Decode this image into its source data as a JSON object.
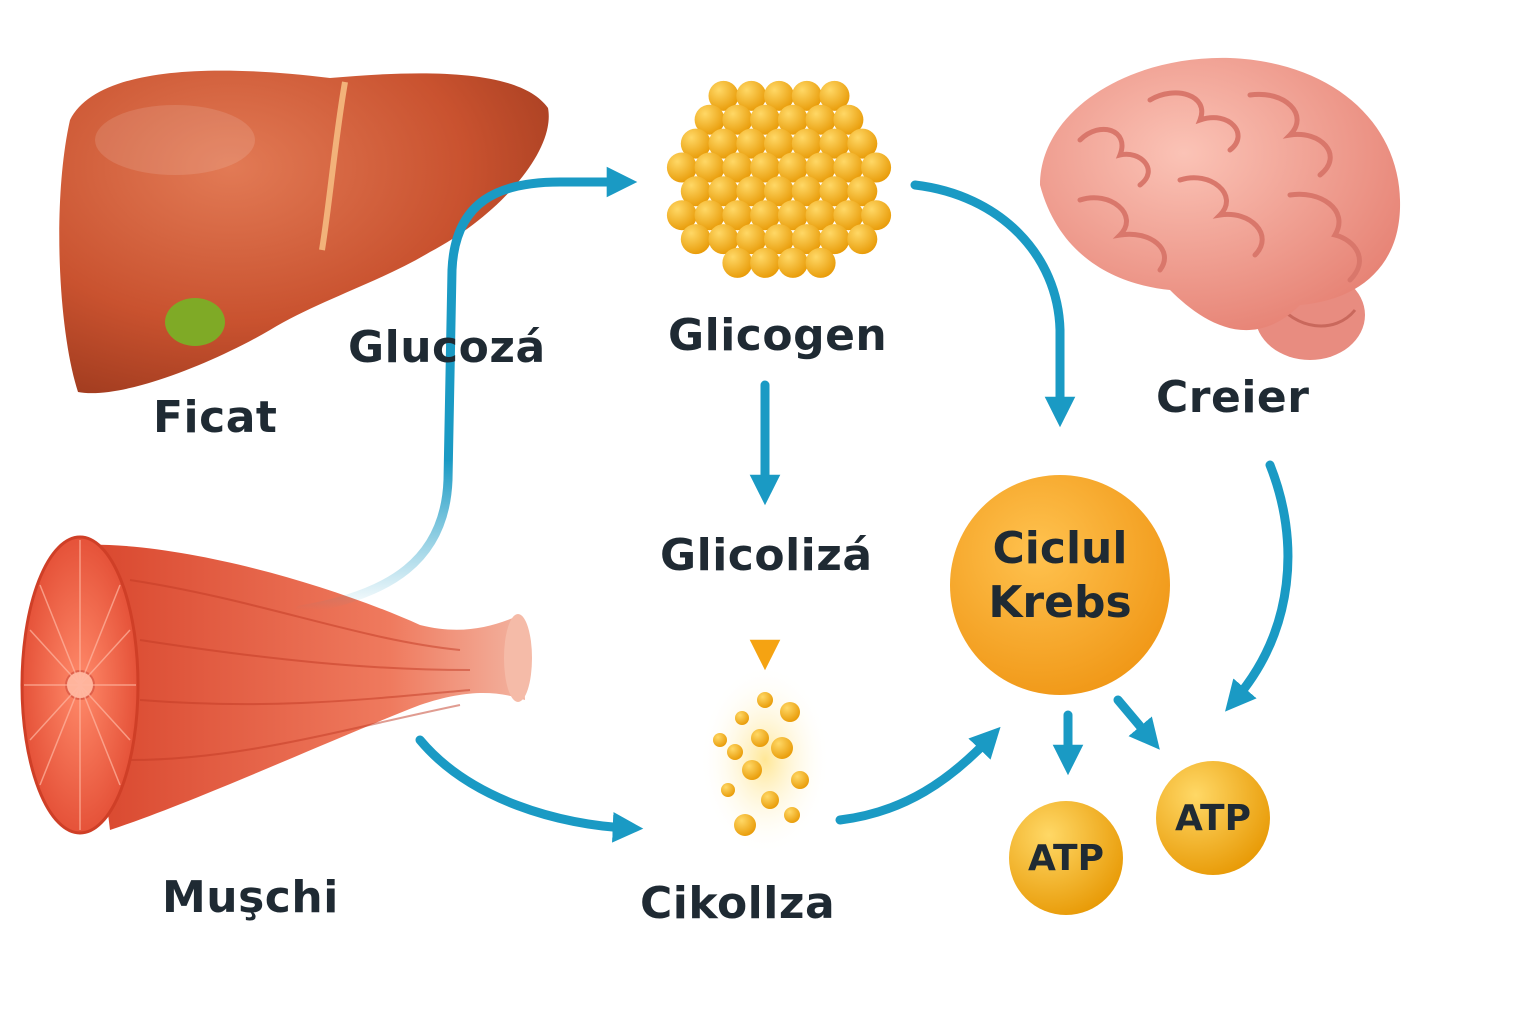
{
  "labels": {
    "ficat": "Ficat",
    "muschi": "Muşchi",
    "glucoza": "Glucozá",
    "glicogen": "Glicogen",
    "glicoliza": "Glicolizá",
    "cikollza": "Cikollza",
    "creier": "Creier",
    "krebs_line1": "Ciclul",
    "krebs_line2": "Krebs",
    "atp_left": "ATP",
    "atp_right": "ATP"
  },
  "icons": {
    "liver": "liver-icon",
    "muscle": "muscle-icon",
    "brain": "brain-icon",
    "glycogen": "glycogen-cluster-icon",
    "pyruvate": "pyruvate-particles-icon"
  },
  "colors": {
    "arrow_blue": "#1a9ac4",
    "arrow_orange": "#f5a312",
    "liver": "#c9522f",
    "muscle": "#e5583f",
    "brain": "#f2a296",
    "glycogen": "#f5b31a",
    "krebs": "#f5a31d",
    "atp": "#f6b21c",
    "text": "#1f2a33"
  }
}
